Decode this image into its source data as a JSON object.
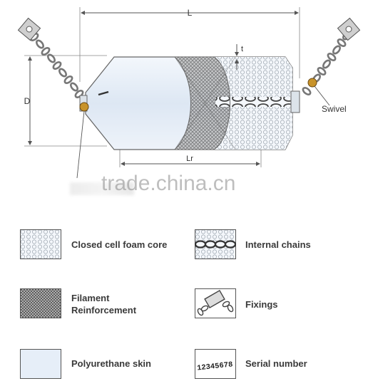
{
  "dimensions": {
    "length": "L",
    "diameter": "D",
    "thickness": "t",
    "body_length": "Lr"
  },
  "callouts": {
    "swivel": "Swivel"
  },
  "watermark": "trade.china.cn",
  "legend": [
    {
      "key": "foam",
      "label": "Closed cell foam core"
    },
    {
      "key": "chains",
      "label": "Internal chains"
    },
    {
      "key": "filament",
      "label": "Filament\nReinforcement"
    },
    {
      "key": "fixings",
      "label": "Fixings"
    },
    {
      "key": "skin",
      "label": "Polyurethane skin"
    },
    {
      "key": "serial",
      "label": "Serial number"
    }
  ],
  "serial_sample": "12345678",
  "colors": {
    "skin": "#e6eef8",
    "line": "#555555",
    "swivel": "#c8932a",
    "chain": "#777777"
  }
}
